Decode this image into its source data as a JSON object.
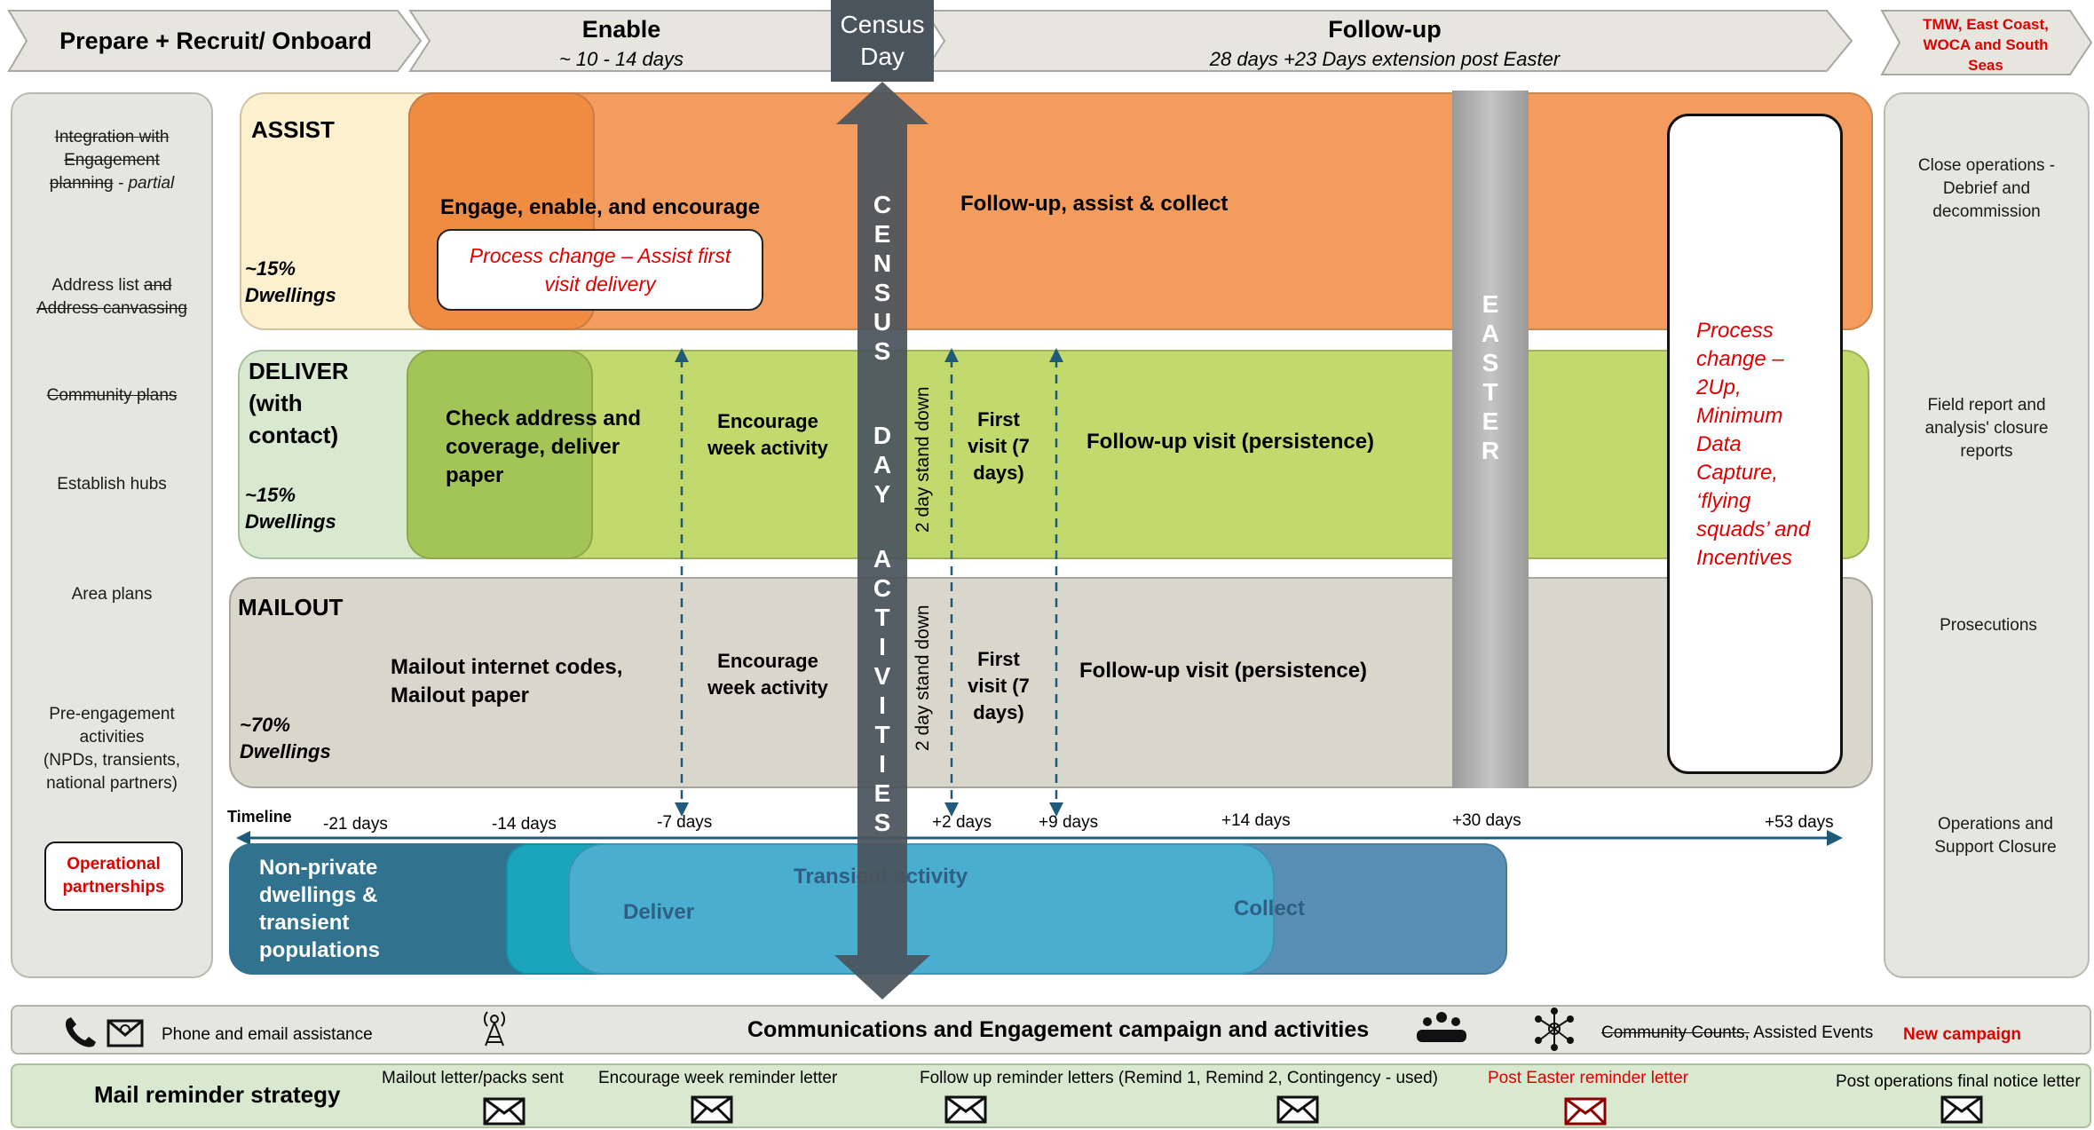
{
  "phases": {
    "prepare": "Prepare + Recruit/ Onboard",
    "enable_title": "Enable",
    "enable_sub": "~ 10 - 14 days",
    "census_day": [
      "Census",
      "Day"
    ],
    "followup_title": "Follow-up",
    "followup_sub": "28 days +23 Days extension post Easter",
    "tmw": [
      "TMW, East Coast,",
      "WOCA and South",
      "Seas"
    ]
  },
  "left_panel": {
    "item1_lines": [
      "Integration with",
      "Engagement",
      "planning"
    ],
    "item1_suffix": " - partial",
    "item2_a": "Address list ",
    "item2_b": "and",
    "item2_c": "Address canvassing",
    "item3": "Community plans",
    "item4": "Establish hubs",
    "item5": "Area plans",
    "item6": [
      "Pre-engagement",
      "activities",
      "(NPDs, transients,",
      "national partners)"
    ],
    "item7": [
      "Operational",
      "partnerships"
    ]
  },
  "right_panel": {
    "item1": [
      "Close operations -",
      "Debrief and",
      "decommission"
    ],
    "item2": [
      "Field report and",
      "analysis' closure",
      "reports"
    ],
    "item3": "Prosecutions",
    "item4": [
      "Operations and",
      "Support Closure"
    ]
  },
  "lanes": {
    "assist": {
      "label": "ASSIST",
      "pct": [
        "~15%",
        "Dwellings"
      ],
      "engage": "Engage, enable, and encourage",
      "change": [
        "Process change – Assist first",
        "visit delivery"
      ],
      "followup": "Follow-up, assist & collect"
    },
    "deliver": {
      "label": [
        "DELIVER",
        "(with",
        "contact)"
      ],
      "pct": [
        "~15%",
        "Dwellings"
      ],
      "check": [
        "Check address and",
        "coverage, deliver",
        "paper"
      ],
      "encourage": [
        "Encourage",
        "week activity"
      ],
      "standdown": "2 day stand down",
      "first": [
        "First",
        "visit (7",
        "days)"
      ],
      "followup": "Follow-up visit (persistence)"
    },
    "mailout": {
      "label": "MAILOUT",
      "pct": [
        "~70%",
        "Dwellings"
      ],
      "codes": [
        "Mailout internet codes,",
        "Mailout paper"
      ],
      "encourage": [
        "Encourage",
        "week activity"
      ],
      "standdown": "2 day stand down",
      "first": [
        "First",
        "visit (7",
        "days)"
      ],
      "followup": "Follow-up visit (persistence)"
    }
  },
  "census_activities": [
    "C",
    "E",
    "N",
    "S",
    "U",
    "S",
    "",
    "D",
    "A",
    "Y",
    "",
    "A",
    "C",
    "T",
    "I",
    "V",
    "I",
    "T",
    "I",
    "E",
    "S"
  ],
  "easter": [
    "E",
    "A",
    "S",
    "T",
    "E",
    "R"
  ],
  "process_change_2up": [
    "Process",
    "change –",
    "2Up,",
    "Minimum",
    "Data",
    "Capture,",
    "‘flying",
    "squads’ and",
    "Incentives"
  ],
  "timeline": {
    "label": "Timeline",
    "ticks": [
      "-21 days",
      "-14 days",
      "-7 days",
      "+2 days",
      "+9 days",
      "+14 days",
      "+30 days",
      "+53 days"
    ]
  },
  "npd": {
    "label": [
      "Non-private",
      "dwellings &",
      "transient",
      "populations"
    ],
    "transient": "Transient activity",
    "deliver": "Deliver",
    "collect": "Collect"
  },
  "comms": {
    "phone": "Phone and email assistance",
    "title": "Communications and Engagement campaign and activities",
    "community_counts": "Community Counts,",
    "assisted": " Assisted Events",
    "new_campaign": "New campaign",
    "icons": [
      "phone-icon",
      "email-icon",
      "antenna-icon",
      "people-icon",
      "network-icon"
    ]
  },
  "mail": {
    "title": "Mail reminder strategy",
    "items": [
      "Mailout letter/packs sent",
      "Encourage week reminder letter",
      "Follow up reminder letters (Remind 1, Remind 2, Contingency - used)",
      "Post Easter reminder letter",
      "Post operations final notice letter"
    ]
  },
  "colors": {
    "assist_orange": "#f49c5e",
    "deliver_green": "#c2d96e",
    "mailout_grey": "#d9d6cc",
    "census_dark": "#4a545c",
    "red_text": "#e00000"
  }
}
